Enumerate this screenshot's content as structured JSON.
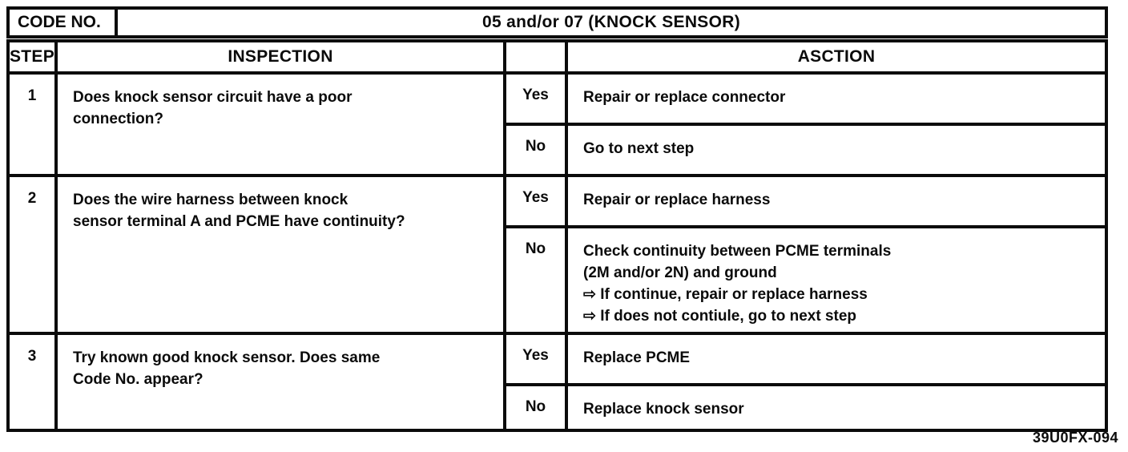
{
  "code_row": {
    "label": "CODE NO.",
    "title": "05 and/or 07 (KNOCK SENSOR)"
  },
  "columns": {
    "step": "STEP",
    "inspection": "INSPECTION",
    "yes_no": "",
    "action": "ASCTION"
  },
  "steps": [
    {
      "number": "1",
      "inspection_lines": {
        "0": "Does knock sensor circuit have a poor",
        "1": "connection?"
      },
      "branches": [
        {
          "answer": "Yes",
          "action_lines": {
            "0": "Repair or replace connector"
          }
        },
        {
          "answer": "No",
          "action_lines": {
            "0": "Go to next step"
          }
        }
      ]
    },
    {
      "number": "2",
      "inspection_lines": {
        "0": "Does the wire harness between knock",
        "1": "sensor terminal A and PCME have continuity?"
      },
      "branches": [
        {
          "answer": "Yes",
          "action_lines": {
            "0": "Repair or replace harness"
          }
        },
        {
          "answer": "No",
          "action_lines": {
            "0": "Check continuity between PCME terminals",
            "1": "(2M and/or 2N) and ground",
            "2": "⇨ If continue, repair or replace harness",
            "3": "⇨ If does not contiule, go to next step"
          }
        }
      ]
    },
    {
      "number": "3",
      "inspection_lines": {
        "0": "Try known good knock sensor. Does same",
        "1": "Code No. appear?"
      },
      "branches": [
        {
          "answer": "Yes",
          "action_lines": {
            "0": "Replace PCME"
          }
        },
        {
          "answer": "No",
          "action_lines": {
            "0": "Replace knock sensor"
          }
        }
      ]
    }
  ],
  "footnote": "39U0FX-094"
}
